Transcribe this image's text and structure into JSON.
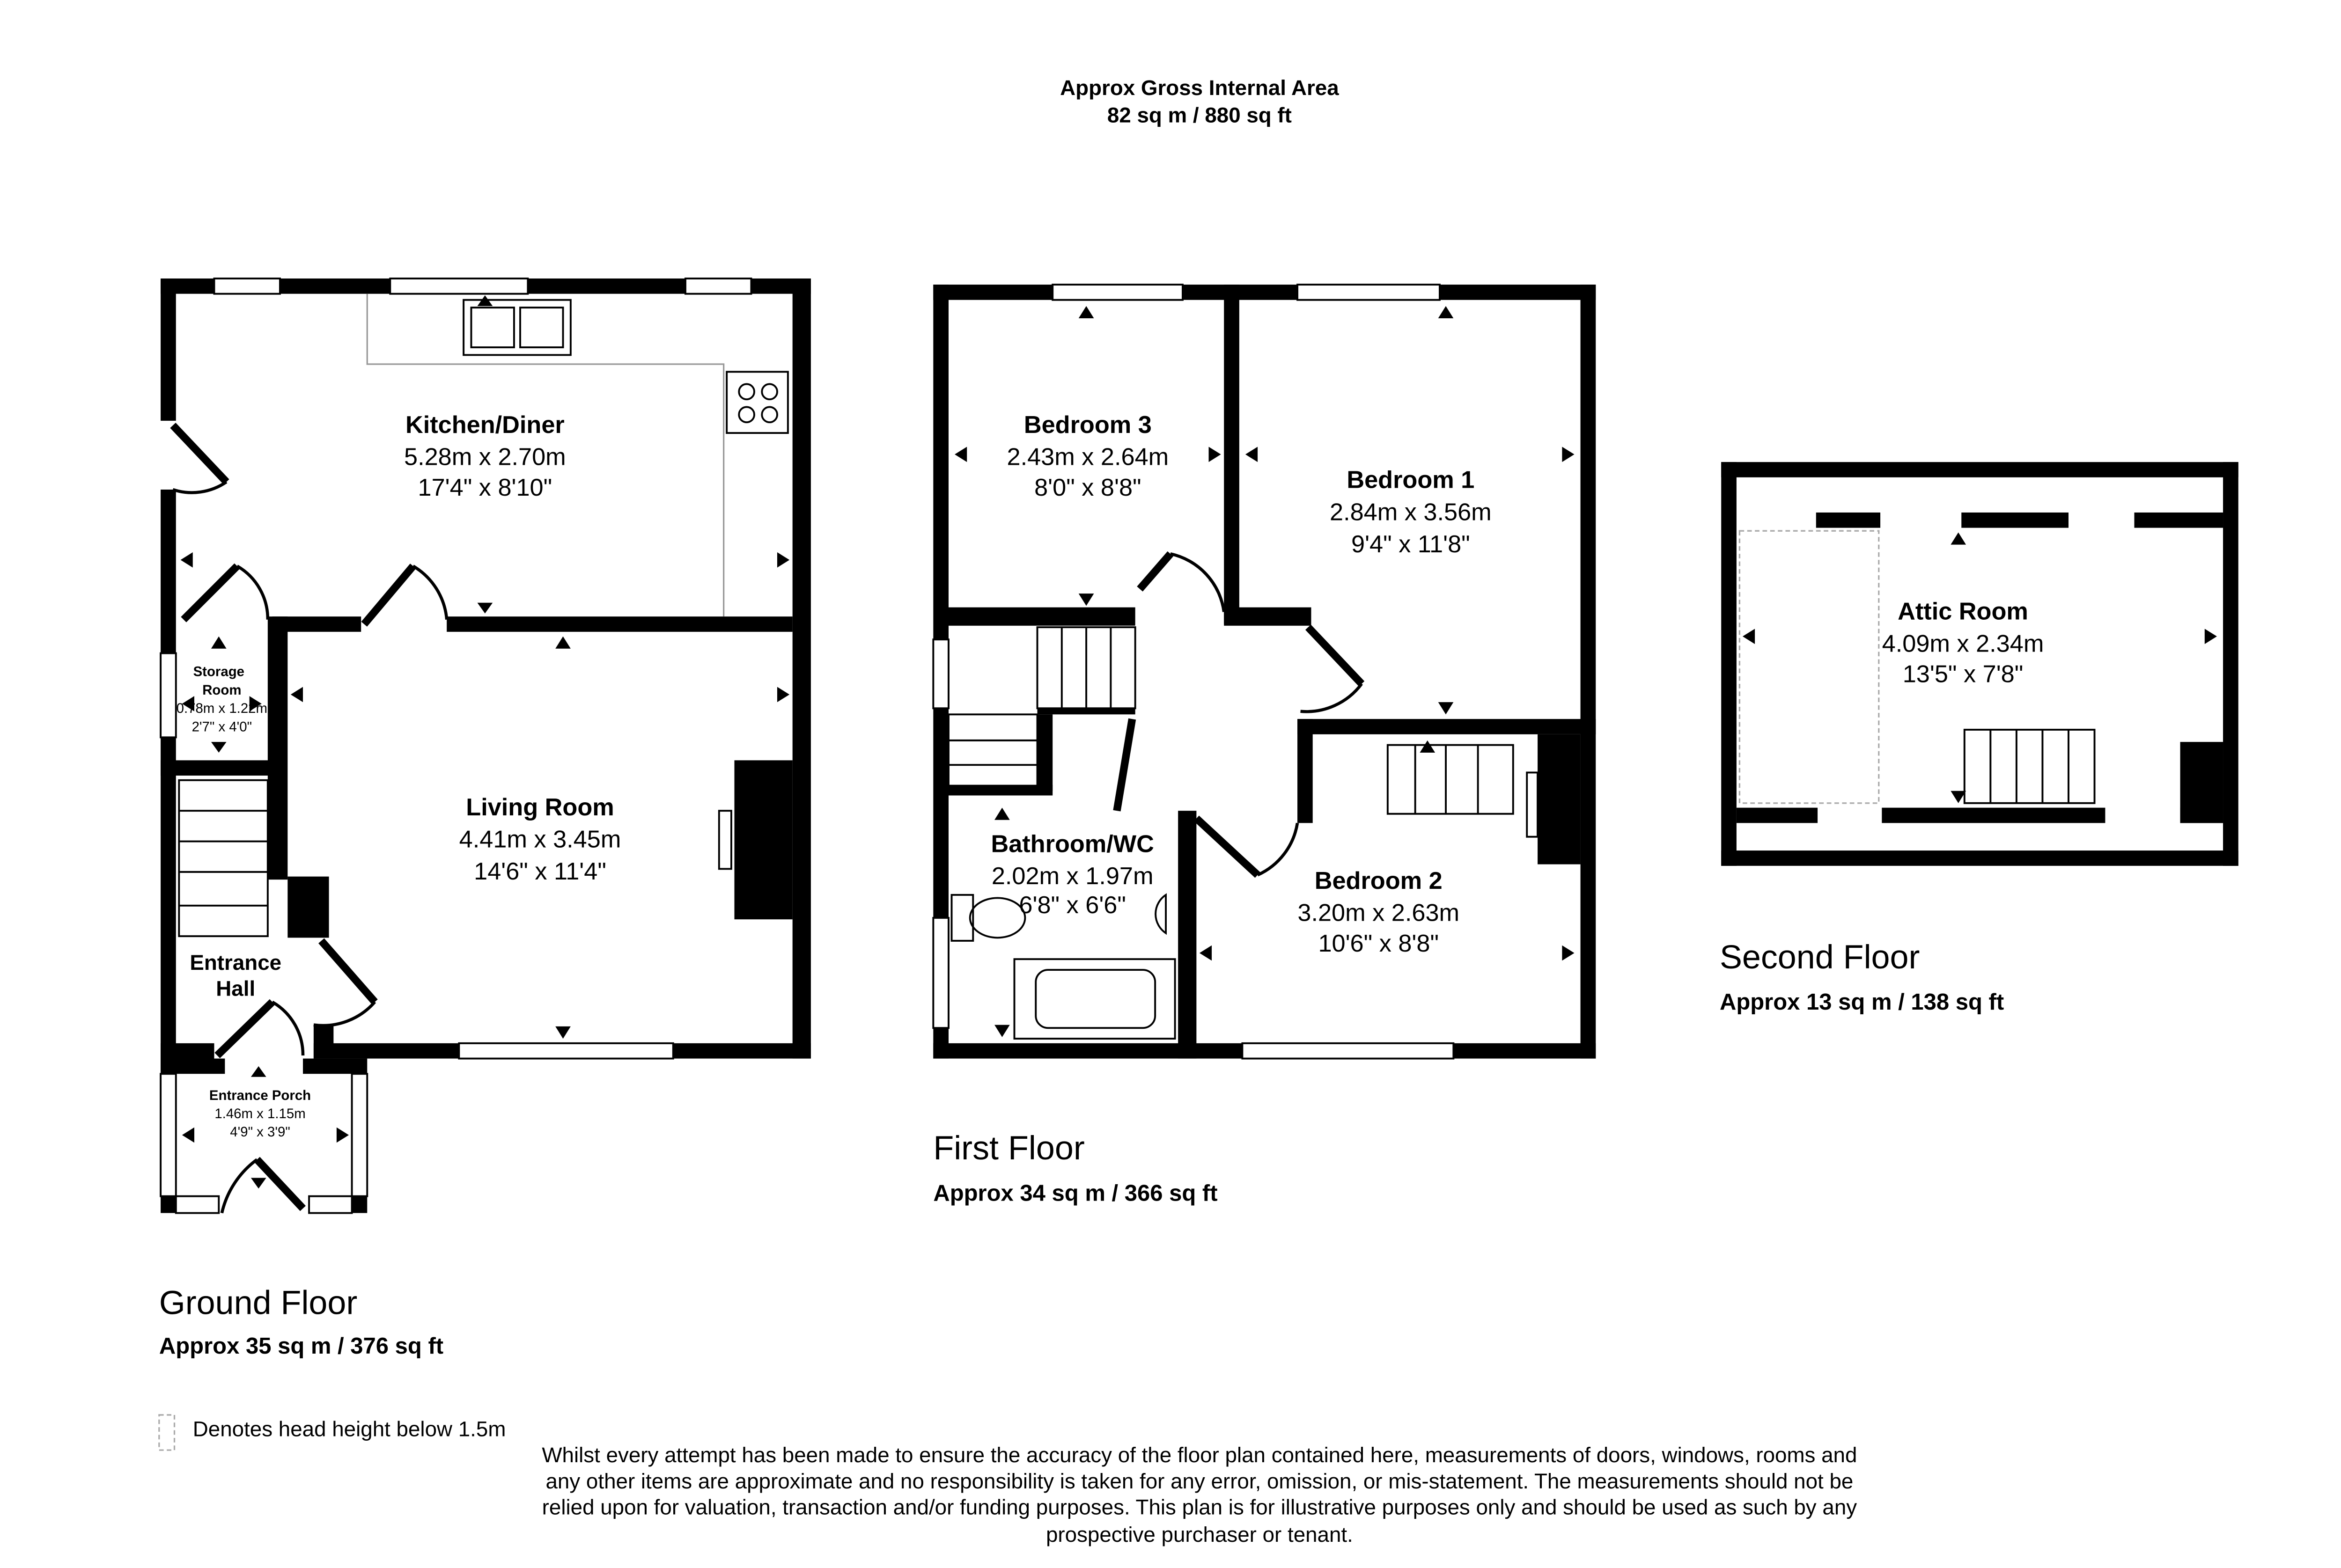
{
  "header": {
    "title": "Approx Gross Internal Area",
    "area": "82 sq m / 880 sq ft"
  },
  "floors": [
    {
      "name": "Ground Floor",
      "area": "Approx 35 sq m / 376 sq ft",
      "rooms": [
        {
          "name": "Kitchen/Diner",
          "metric": "5.28m x 2.70m",
          "imperial": "17'4\" x 8'10\""
        },
        {
          "name": "Living Room",
          "metric": "4.41m x 3.45m",
          "imperial": "14'6\" x 11'4\""
        },
        {
          "name": "Storage",
          "name2": "Room",
          "metric": "0.78m x 1.22m",
          "imperial": "2'7\" x 4'0\""
        },
        {
          "name": "Entrance",
          "name2": "Hall"
        },
        {
          "name": "Entrance Porch",
          "metric": "1.46m x 1.15m",
          "imperial": "4'9\" x 3'9\""
        }
      ]
    },
    {
      "name": "First Floor",
      "area": "Approx 34 sq m / 366 sq ft",
      "rooms": [
        {
          "name": "Bedroom 3",
          "metric": "2.43m x 2.64m",
          "imperial": "8'0\" x 8'8\""
        },
        {
          "name": "Bedroom 1",
          "metric": "2.84m x 3.56m",
          "imperial": "9'4\" x 11'8\""
        },
        {
          "name": "Bathroom/WC",
          "metric": "2.02m x 1.97m",
          "imperial": "6'8\" x 6'6\""
        },
        {
          "name": "Bedroom 2",
          "metric": "3.20m x 2.63m",
          "imperial": "10'6\" x 8'8\""
        }
      ]
    },
    {
      "name": "Second Floor",
      "area": "Approx 13 sq m / 138 sq ft",
      "rooms": [
        {
          "name": "Attic Room",
          "metric": "4.09m x 2.34m",
          "imperial": "13'5\" x 7'8\""
        }
      ]
    }
  ],
  "legend": {
    "text": "Denotes head height below 1.5m"
  },
  "disclaimer": [
    "Whilst every attempt has been made to ensure the accuracy of the floor plan contained here, measurements of doors, windows, rooms and",
    "any other items are approximate and no responsibility is taken for any error, omission, or mis-statement. The measurements should not be",
    "relied upon for valuation, transaction and/or funding purposes. This plan is for illustrative purposes only and should be used as such by any",
    "prospective purchaser or tenant."
  ]
}
